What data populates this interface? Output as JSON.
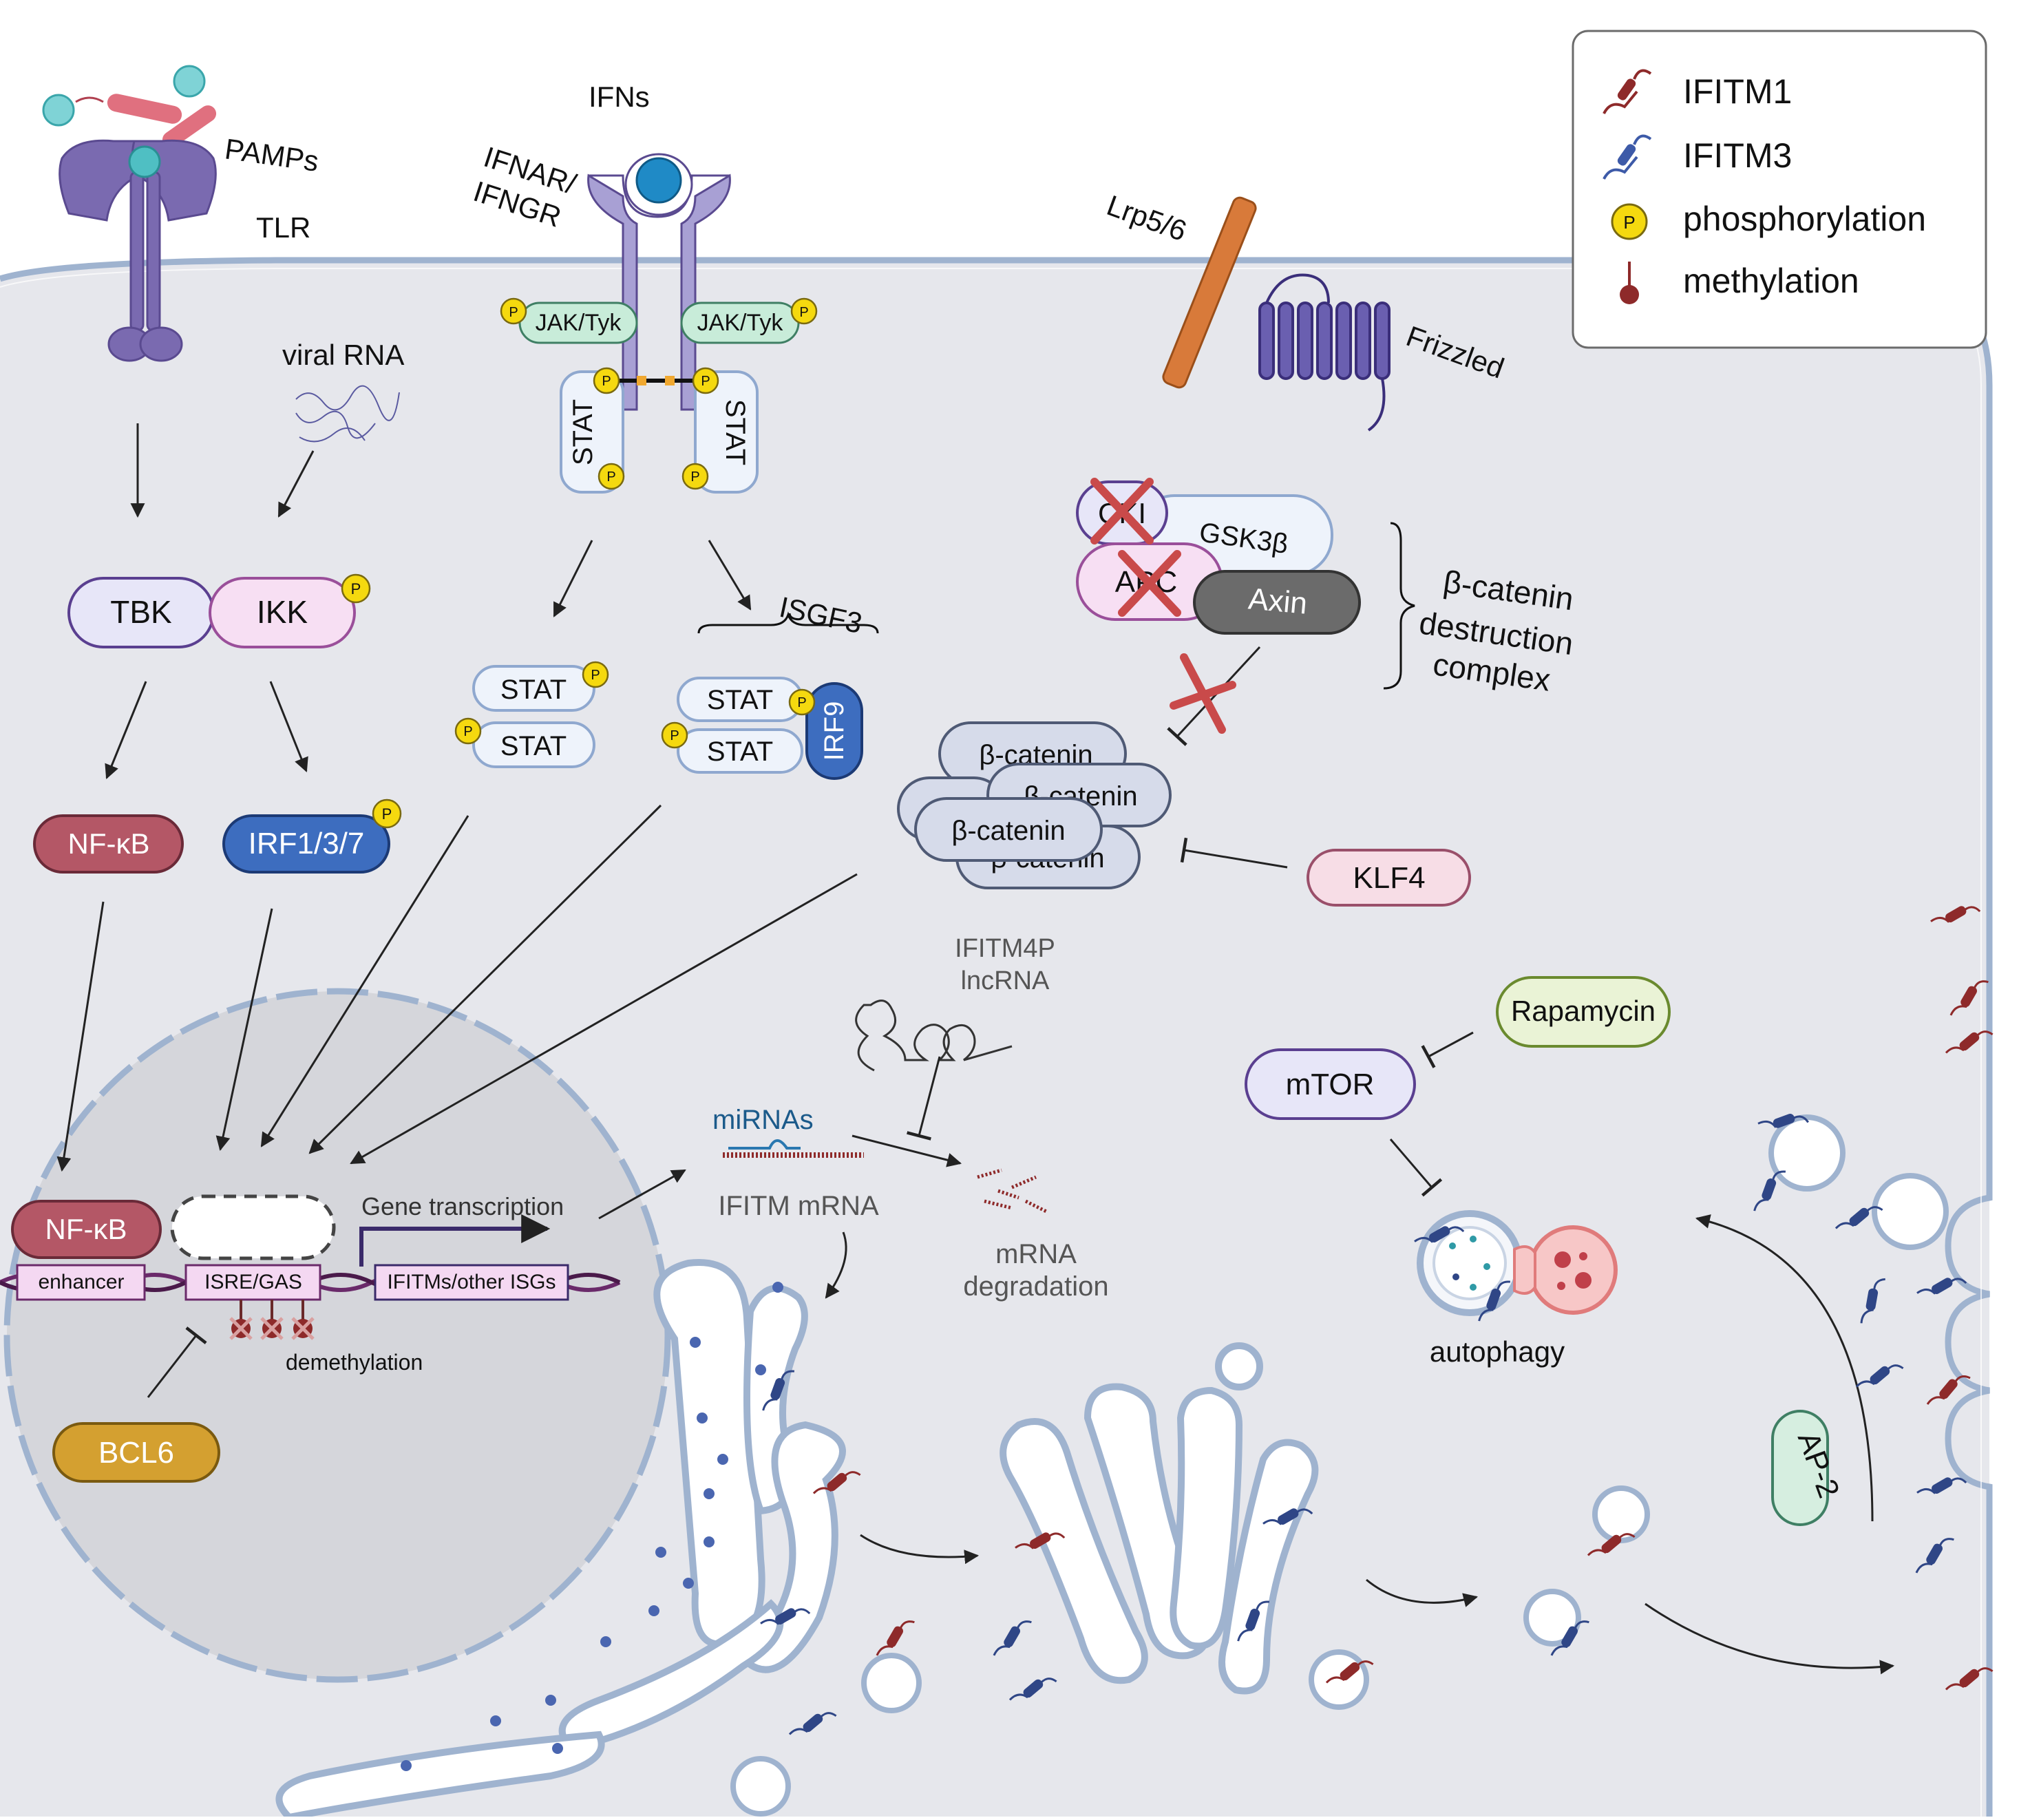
{
  "colors": {
    "cytoplasm": "#e6e7ec",
    "membrane": "#9fb3cf",
    "nucleus": "#d5d6db",
    "receptor": "#7a6ab0",
    "ifitm1": "#8e2a2a",
    "ifitm3": "#2f4686",
    "phospho": "#f5d90f",
    "methyl": "#8e2a2a",
    "nfkb": "#b45766",
    "irf": "#3d6dbf",
    "bcl6": "#d4a030",
    "lrp": "#d87a3a",
    "cross": "#c94a4a"
  },
  "legend": {
    "ifitm1": "IFITM1",
    "ifitm3": "IFITM3",
    "phosphorylation": "phosphorylation",
    "phospho_mark": "P",
    "methylation": "methylation"
  },
  "labels": {
    "pamps": "PAMPs",
    "tlr": "TLR",
    "ifns": "IFNs",
    "ifnar_line1": "IFNAR/",
    "ifnar_line2": "IFNGR",
    "viral_rna": "viral RNA",
    "jak_left": "JAK/Tyk",
    "jak_right": "JAK/Tyk",
    "stat_rec_left": "STAT",
    "stat_rec_right": "STAT",
    "lrp": "Lrp5/6",
    "frizzled": "Frizzled",
    "tbk": "TBK",
    "ikk": "IKK",
    "nfkb_cyto": "NF-κB",
    "irf137": "IRF1/3/7",
    "stat_dimer_1": "STAT",
    "stat_dimer_2": "STAT",
    "isgf3": "ISGF3",
    "isgf3_stat_1": "STAT",
    "isgf3_stat_2": "STAT",
    "irf9": "IRF9",
    "cki": "CKI",
    "gsk3b": "GSK3β",
    "apc": "APC",
    "axin": "Axin",
    "destruction_line1": "β-catenin",
    "destruction_line2": "destruction",
    "destruction_line3": "complex",
    "bcat_1": "β-catenin",
    "bcat_2": "β-catenin",
    "bcat_3": "β-catenin",
    "bcat_4": "β-catenin",
    "klf4": "KLF4",
    "ifitm4p_line1": "IFITM4P",
    "ifitm4p_line2": "lncRNA",
    "mirnas": "miRNAs",
    "ifitm_mrna": "IFITM mRNA",
    "mrna_deg_line1": "mRNA",
    "mrna_deg_line2": "degradation",
    "rapamycin": "Rapamycin",
    "mtor": "mTOR",
    "autophagy": "autophagy",
    "nfkb_nuc": "NF-κB",
    "enhancer": "enhancer",
    "isre_gas": "ISRE/GAS",
    "gene_transcription": "Gene transcription",
    "ifitms_isgs": "IFITMs/other ISGs",
    "demethylation": "demethylation",
    "bcl6": "BCL6",
    "ap2": "AP-2"
  }
}
